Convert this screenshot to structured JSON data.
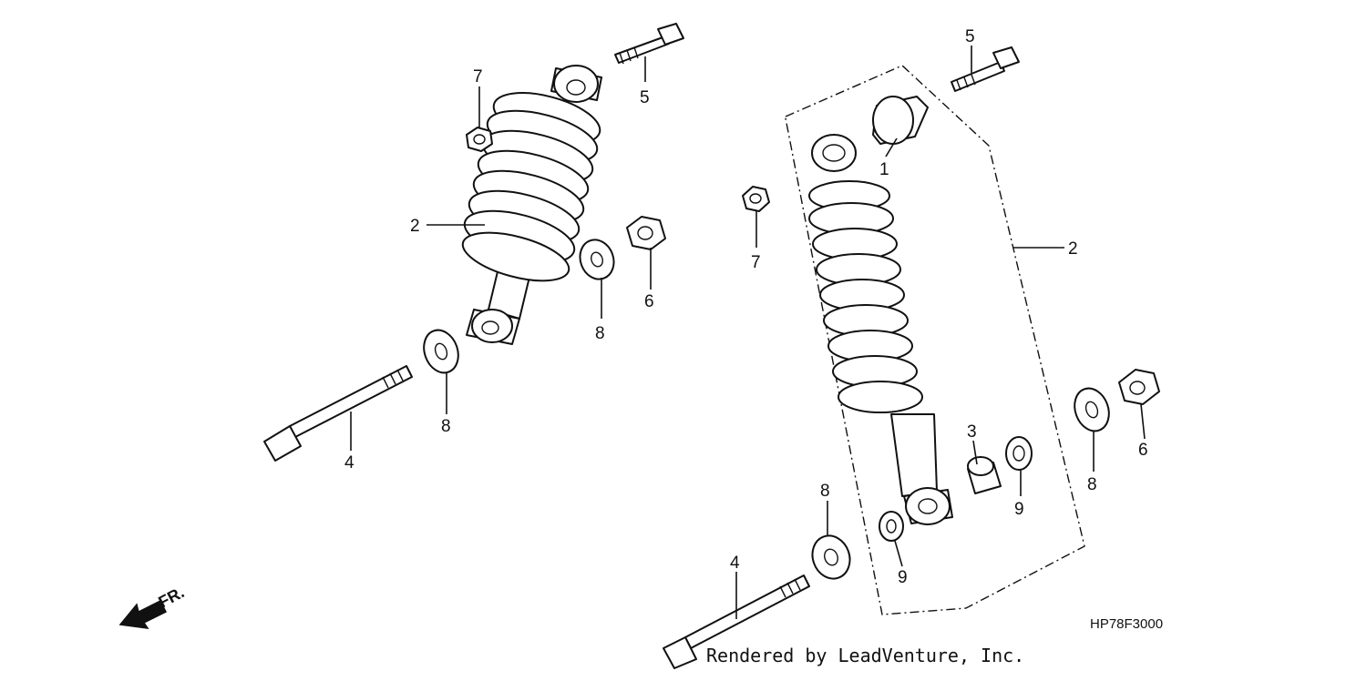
{
  "diagram": {
    "callouts": [
      {
        "id": "left-7",
        "text": "7"
      },
      {
        "id": "left-5",
        "text": "5"
      },
      {
        "id": "left-2",
        "text": "2"
      },
      {
        "id": "left-6",
        "text": "6"
      },
      {
        "id": "left-8a",
        "text": "8"
      },
      {
        "id": "left-8b",
        "text": "8"
      },
      {
        "id": "left-4",
        "text": "4"
      },
      {
        "id": "right-5",
        "text": "5"
      },
      {
        "id": "right-1",
        "text": "1"
      },
      {
        "id": "right-7",
        "text": "7"
      },
      {
        "id": "right-2",
        "text": "2"
      },
      {
        "id": "right-3",
        "text": "3"
      },
      {
        "id": "right-9a",
        "text": "9"
      },
      {
        "id": "right-9b",
        "text": "9"
      },
      {
        "id": "right-8a",
        "text": "8"
      },
      {
        "id": "right-8b",
        "text": "8"
      },
      {
        "id": "right-6",
        "text": "6"
      },
      {
        "id": "right-4",
        "text": "4"
      }
    ],
    "direction_label": "FR.",
    "diagram_code": "HP78F3000",
    "credit": "Rendered by LeadVenture, Inc."
  }
}
